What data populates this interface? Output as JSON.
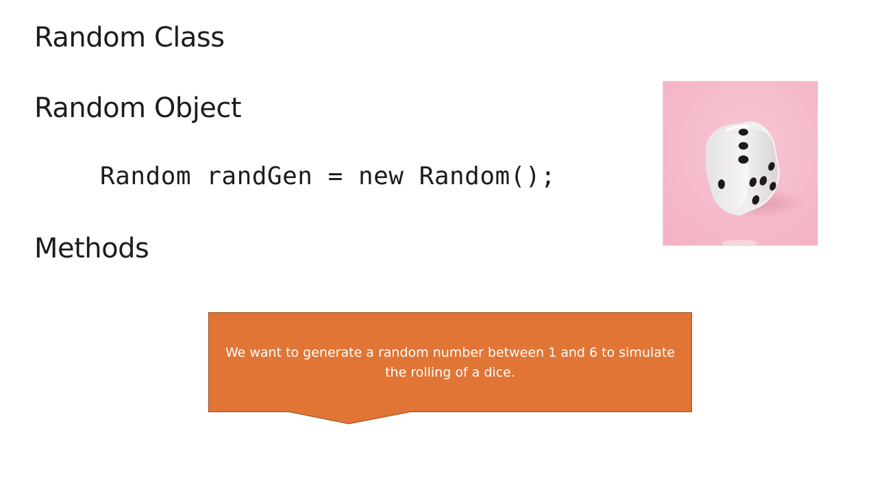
{
  "slide": {
    "heading_class": "Random Class",
    "heading_object": "Random Object",
    "code": "Random randGen = new Random();",
    "heading_methods": "Methods"
  },
  "image": {
    "icon": "dice-photo-icon",
    "background_color": "#f5bccb"
  },
  "callout": {
    "text": "We want to generate a random number between 1 and 6 to simulate the rolling of a dice.",
    "fill_color": "#e07535",
    "border_color": "#9a4a1c"
  }
}
